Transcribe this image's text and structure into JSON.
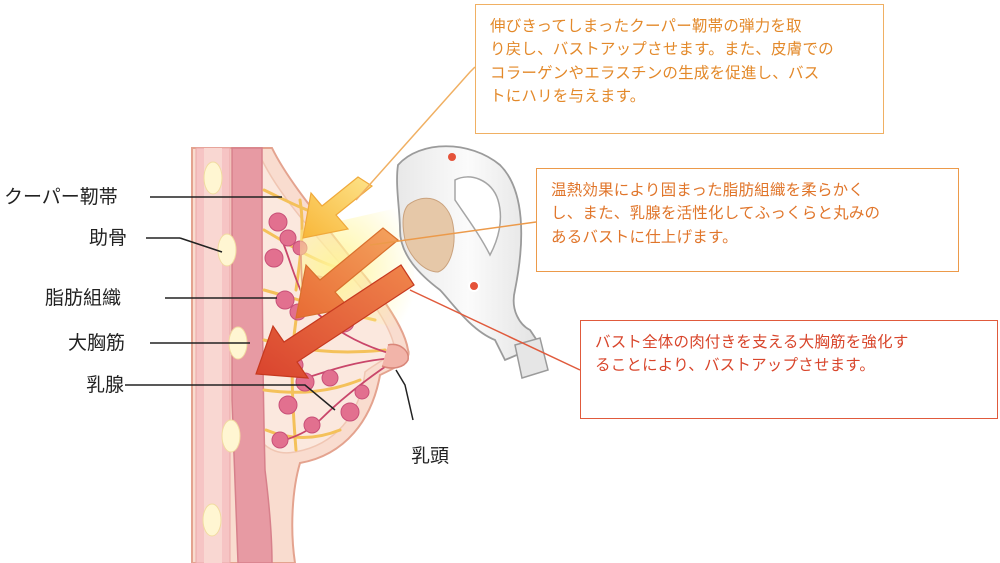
{
  "labels": {
    "cooper_ligament": "クーパー靭帯",
    "rib": "助骨",
    "fat_tissue": "脂肪組織",
    "pectoralis_major": "大胸筋",
    "mammary_gland": "乳腺",
    "nipple": "乳頭"
  },
  "callouts": [
    {
      "lines": [
        "伸びきってしまったクーパー靭帯の弾力を取",
        "り戻し、バストアップさせます。また、皮膚での",
        "コラーゲンやエラスチンの生成を促進し、バス",
        "トにハリを与えます。"
      ],
      "color": "#e3892a"
    },
    {
      "lines": [
        "温熱効果により固まった脂肪組織を柔らかく",
        "し、また、乳腺を活性化してふっくらと丸みの",
        "あるバストに仕上げます。"
      ],
      "color": "#e0752a"
    },
    {
      "lines": [
        "バスト全体の肉付きを支える大胸筋を強化す",
        "ることにより、バストアップさせます。"
      ],
      "color": "#d8452b"
    }
  ],
  "colors": {
    "skin": "#f9dccf",
    "muscle": "#e79aa3",
    "fat": "#fbe8de",
    "gland": "#e2708f",
    "ligament": "#f4c15a",
    "arrow_yellow": "#fcc94a",
    "arrow_orange": "#f18a45",
    "arrow_red": "#e5533a",
    "device": "#f2f2f2",
    "device_pad": "#e6c8a8"
  }
}
